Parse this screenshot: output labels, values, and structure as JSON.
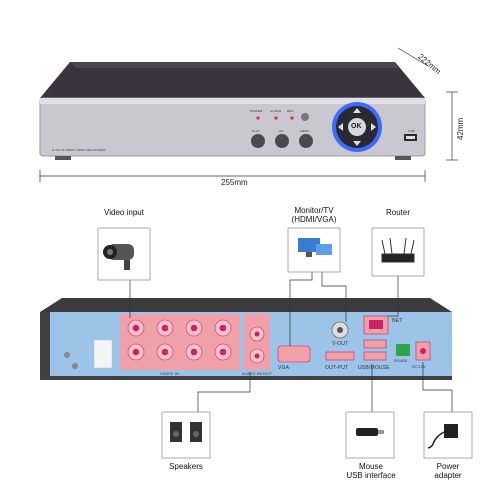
{
  "front": {
    "model_text": "H.264 HYBRID VIDEO RECORDER",
    "indicators": [
      "POWER",
      "ALARM",
      "REC"
    ],
    "button_labels": [
      "PLAY",
      "OK",
      "MENU"
    ],
    "ok_label": "OK",
    "usb_label": "USB"
  },
  "dimensions": {
    "depth": "222mm",
    "height": "42mm",
    "width": "255mm"
  },
  "labels": {
    "video_input": "Video input",
    "monitor": "Monitor/TV\n(HDMI/VGA)",
    "router": "Router",
    "speakers": "Speakers",
    "mouse": "Mouse\nUSB interface",
    "power": "Power\nadapter"
  },
  "back": {
    "vga": "VGA",
    "vout": "V-OUT",
    "output": "OUT-PUT",
    "usb_mouse": "USB/MOUSE",
    "net": "NET",
    "rs485": "RS485",
    "dc12v": "DC12V",
    "video_in": "VIDEO IN",
    "audio": "AUDIO IN/OUT"
  },
  "colors": {
    "panel_blue": "#9cc3e8",
    "port_pink": "#f0a0a8",
    "dvr_front": "#c9c7cf",
    "dvr_top": "#3a3440",
    "ring_blue": "#3b6cff"
  }
}
